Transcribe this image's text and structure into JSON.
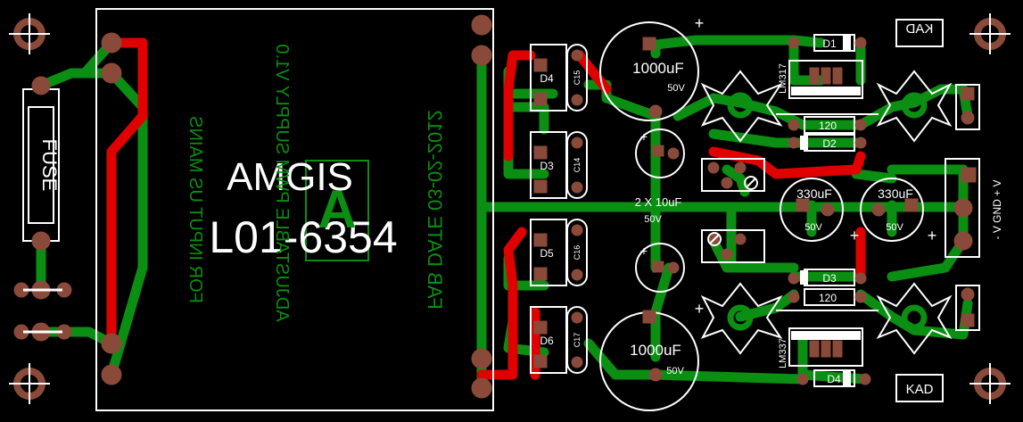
{
  "board": {
    "background": "#000000",
    "colors": {
      "trace_green": "#0a8f12",
      "trace_red": "#e00000",
      "pad": "#8a4a3a",
      "silkscreen": "#ffffff"
    },
    "title": "AMGIS",
    "part_number": "L01-6354",
    "fuse_label": "FUSE",
    "mirrored_text": {
      "line1": "ADJUSTABLE PWM SUPPLY V1.0",
      "line2": "FAB DATE 03-02-2012",
      "line3": "FOR INPUT US MAINS"
    },
    "caps_label": "2 X 10uF",
    "caps_voltage": "50V",
    "connector_label": "- V GND + V",
    "kad_top": "KAD",
    "kad_bottom": "KAD",
    "components": {
      "d1": "D1",
      "d2": "D2",
      "d3": "D3",
      "d4": "D4",
      "d_bridge_4": "D4",
      "d_bridge_3": "D3",
      "d_bridge_5": "D5",
      "d_bridge_6": "D6",
      "c15": "C15",
      "c14": "C14",
      "c16": "C16",
      "c17": "C17",
      "cap_big_top": "1000uF",
      "cap_big_top_v": "50V",
      "cap_big_bottom": "1000uF",
      "cap_big_bottom_v": "50V",
      "cap_330_left": "330uF",
      "cap_330_left_v": "50V",
      "cap_330_right": "330uF",
      "cap_330_right_v": "50V",
      "r_top": "120",
      "r_bottom": "120",
      "reg_top": "LM317",
      "reg_bottom": "LM337",
      "plus": "+"
    }
  }
}
